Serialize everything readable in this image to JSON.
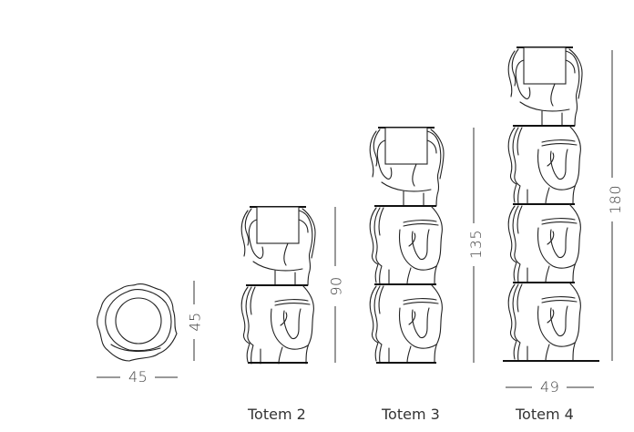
{
  "diagram": {
    "type": "product dimension drawing",
    "units_implied": "cm",
    "colors": {
      "line": "#222222",
      "text": "#444444",
      "background": "#ffffff"
    }
  },
  "top_view": {
    "width_label": "45",
    "depth_label": "45"
  },
  "products": [
    {
      "label": "Totem 2",
      "modules": 2,
      "height_label": "90"
    },
    {
      "label": "Totem 3",
      "modules": 3,
      "height_label": "135"
    },
    {
      "label": "Totem 4",
      "modules": 4,
      "height_label": "180",
      "width_label": "49"
    }
  ]
}
